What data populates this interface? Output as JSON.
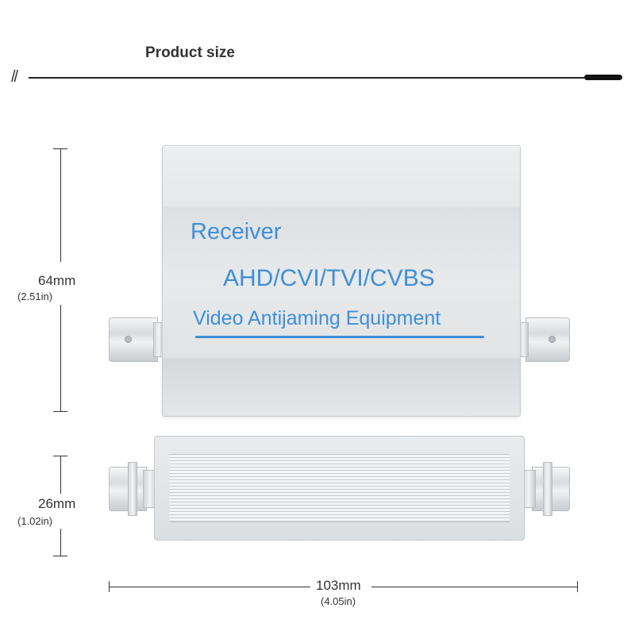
{
  "header": {
    "title": "Product size",
    "slashes": "//"
  },
  "dimensions": {
    "height_top": {
      "mm": "64mm",
      "in": "(2.51in)"
    },
    "height_side": {
      "mm": "26mm",
      "in": "(1.02in)"
    },
    "width": {
      "mm": "103mm",
      "in": "(4.05in)"
    }
  },
  "device": {
    "line1": "Receiver",
    "line2": "AHD/CVI/TVI/CVBS",
    "line3": "Video Antijaming Equipment",
    "label_color": "#3f8fd6",
    "body_color": "#e5e7e9"
  }
}
